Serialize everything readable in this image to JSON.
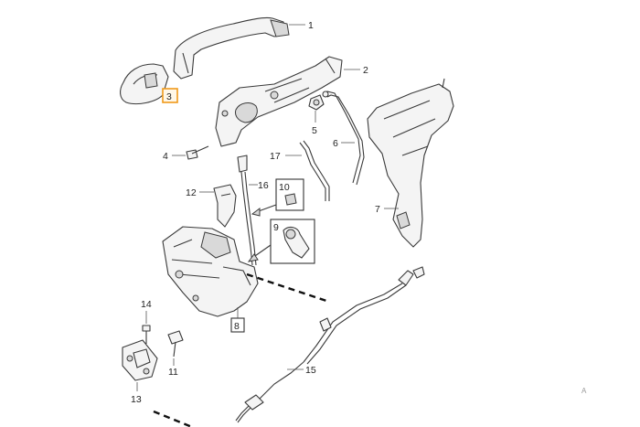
{
  "callouts": {
    "c1": "1",
    "c2": "2",
    "c3": "3",
    "c4": "4",
    "c5": "5",
    "c6": "6",
    "c7": "7",
    "c8": "8",
    "c9": "9",
    "c10": "10",
    "c11": "11",
    "c12": "12",
    "c13": "13",
    "c14": "14",
    "c15": "15",
    "c16": "16",
    "c17": "17"
  },
  "highlight": {
    "color": "#f09a1a",
    "callout": "3"
  },
  "watermark": "A"
}
